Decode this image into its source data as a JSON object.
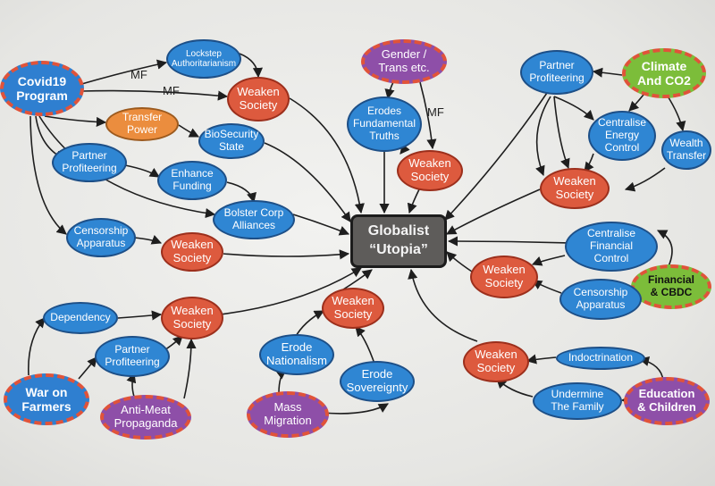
{
  "center": {
    "label": "Globalist\n“Utopia”"
  },
  "edge_labels": {
    "mf1": "MF",
    "mf2": "MF",
    "mf3": "MF"
  },
  "nodes": {
    "covid": "Covid19\nProgram",
    "lockstep": "Lockstep\nAuthoritarianism",
    "weaken_covid": "Weaken\nSociety",
    "transfer_power": "Transfer\nPower",
    "biosecurity": "BioSecurity\nState",
    "partner_covid": "Partner\nProfiteering",
    "enhance_funding": "Enhance\nFunding",
    "bolster": "Bolster Corp\nAlliances",
    "censorship_covid": "Censorship\nApparatus",
    "weaken_censorship": "Weaken\nSociety",
    "gender": "Gender /\nTrans etc.",
    "erodes_truths": "Erodes\nFundamental\nTruths",
    "weaken_gender": "Weaken\nSociety",
    "climate": "Climate\nAnd CO2",
    "partner_climate": "Partner\nProfiteering",
    "centralise_energy": "Centralise\nEnergy\nControl",
    "wealth_transfer": "Wealth\nTransfer",
    "weaken_climate": "Weaken\nSociety",
    "financial": "Financial\n& CBDC",
    "centralise_financial": "Centralise\nFinancial\nControl",
    "weaken_financial": "Weaken\nSociety",
    "censorship_fin": "Censorship\nApparatus",
    "farmers": "War on\nFarmers",
    "dependency": "Dependency",
    "partner_farm": "Partner\nProfiteering",
    "weaken_farm": "Weaken\nSociety",
    "antimeat": "Anti-Meat\nPropaganda",
    "migration": "Mass\nMigration",
    "erode_nationalism": "Erode\nNationalism",
    "erode_sovereignty": "Erode\nSovereignty",
    "weaken_migration": "Weaken\nSociety",
    "education": "Education\n& Children",
    "indoctrination": "Indoctrination",
    "undermine_family": "Undermine\nThe Family",
    "weaken_edu": "Weaken\nSociety"
  },
  "colors": {
    "blue": "#2f86d3",
    "red": "#dd5a3e",
    "orange": "#eb8d3e",
    "purple": "#8e4fa8",
    "green": "#7cbd3a",
    "dash": "#e0533a",
    "center": "#5e5c5a"
  }
}
